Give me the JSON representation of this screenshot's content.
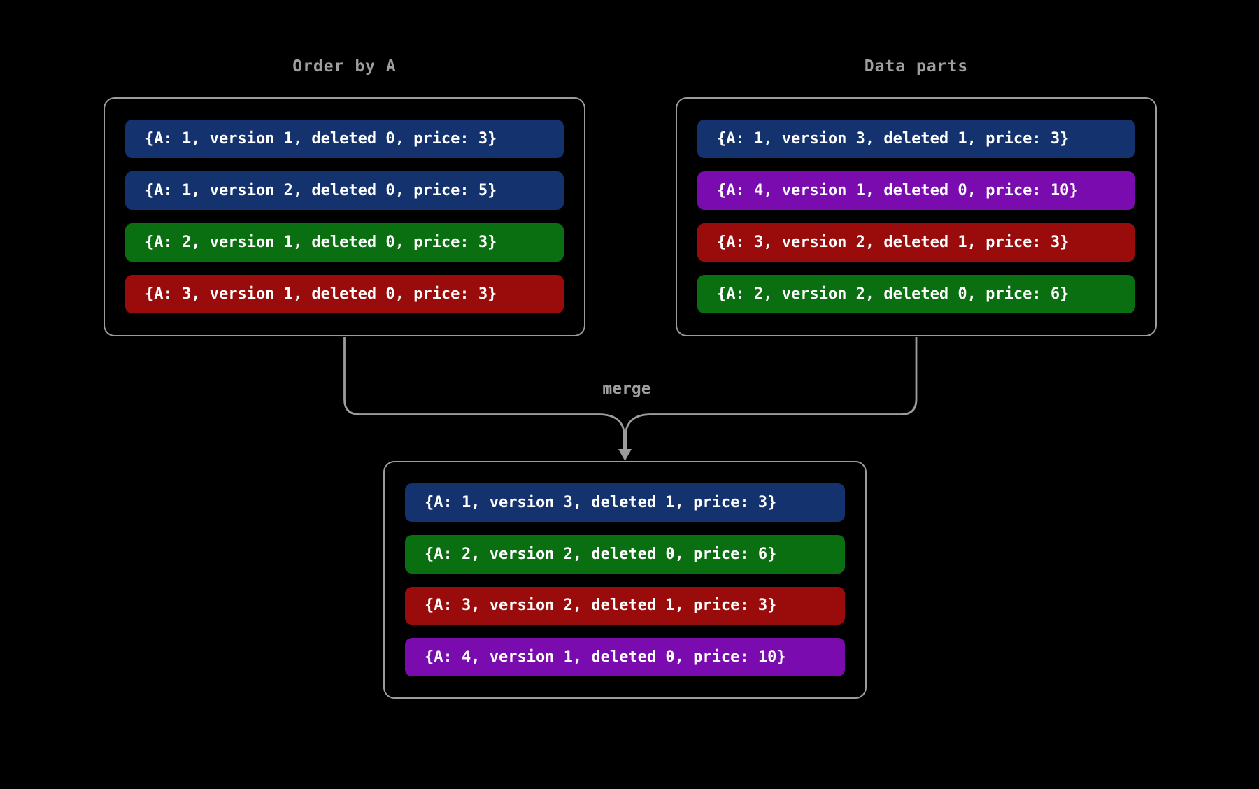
{
  "diagram": {
    "background": "#000000",
    "line_color": "#9c9c9c",
    "title_color": "#9e9e9e",
    "pill_text_color": "#ffffff",
    "colors": {
      "blue": "#14336e",
      "green": "#0a6f10",
      "red": "#9a0c0c",
      "purple": "#7a0caf"
    },
    "merge_label": "merge",
    "groups": [
      {
        "title": "Order by A",
        "rows": [
          {
            "text": "{A: 1, version 1, deleted 0, price: 3}",
            "color": "blue"
          },
          {
            "text": "{A: 1, version 2, deleted 0, price: 5}",
            "color": "blue"
          },
          {
            "text": "{A: 2, version 1, deleted 0, price: 3}",
            "color": "green"
          },
          {
            "text": "{A: 3, version 1, deleted 0, price: 3}",
            "color": "red"
          }
        ]
      },
      {
        "title": "Data parts",
        "rows": [
          {
            "text": "{A: 1, version 3, deleted 1, price: 3}",
            "color": "blue"
          },
          {
            "text": "{A: 4, version 1, deleted 0, price: 10}",
            "color": "purple"
          },
          {
            "text": "{A: 3, version 2, deleted 1, price: 3}",
            "color": "red"
          },
          {
            "text": "{A: 2, version 2, deleted 0, price: 6}",
            "color": "green"
          }
        ]
      },
      {
        "title": "",
        "rows": [
          {
            "text": "{A: 1, version 3, deleted 1, price: 3}",
            "color": "blue"
          },
          {
            "text": "{A: 2, version 2, deleted 0, price: 6}",
            "color": "green"
          },
          {
            "text": "{A: 3, version 2, deleted 1, price: 3}",
            "color": "red"
          },
          {
            "text": "{A: 4, version 1, deleted 0, price: 10}",
            "color": "purple"
          }
        ]
      }
    ]
  }
}
